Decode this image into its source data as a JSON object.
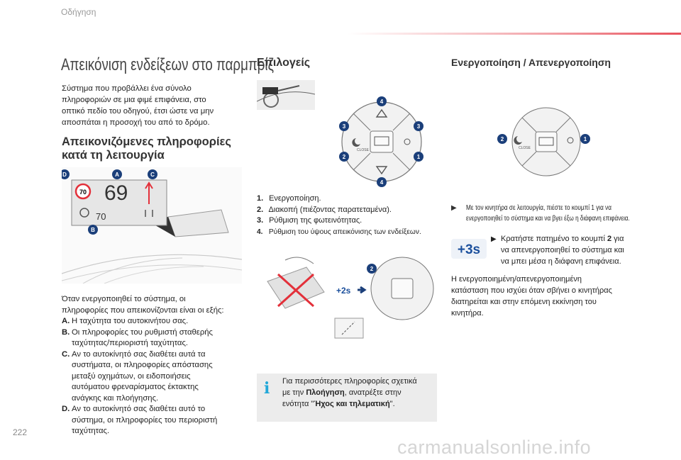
{
  "header": {
    "chapter": "Οδήγηση"
  },
  "page_number": "222",
  "watermark": "carmanualsonline.info",
  "left": {
    "title": "Απεικόνιση ενδείξεων στο παρμπρίζ",
    "intro": [
      "Σύστημα που προβάλλει ένα σύνολο",
      "πληροφοριών σε μια φιμέ επιφάνεια, στο",
      "οπτικό πεδίο του οδηγού, έτσι ώστε να μην",
      "αποσπάται η προσοχή του από το δρόμο."
    ],
    "subtitle_l1": "Απεικονιζόμενες πληροφορίες",
    "subtitle_l2": "κατά τη λειτουργία",
    "hud": {
      "speed": "69",
      "limit": "70",
      "cruise": "70",
      "label_a": "A",
      "label_b": "B",
      "label_c": "C",
      "label_d": "D"
    },
    "body_intro": [
      "Όταν ενεργοποιηθεί το σύστημα, οι",
      "πληροφορίες που απεικονίζονται είναι οι εξής:"
    ],
    "items": [
      {
        "letter": "A.",
        "lines": [
          "Η ταχύτητα του αυτοκινήτου σας."
        ]
      },
      {
        "letter": "B.",
        "lines": [
          "Οι πληροφορίες του ρυθμιστή σταθερής",
          "ταχύτητας/περιοριστή ταχύτητας."
        ]
      },
      {
        "letter": "C.",
        "lines": [
          "Αν το αυτοκίνητό σας διαθέτει αυτά τα",
          "συστήματα, οι πληροφορίες απόστασης",
          "μεταξύ οχημάτων, οι ειδοποιήσεις",
          "αυτόματου φρεναρίσματος έκτακτης",
          "ανάγκης και πλοήγησης."
        ]
      },
      {
        "letter": "D.",
        "lines": [
          "Αν το αυτοκίνητό σας διαθέτει αυτό το",
          "σύστημα, οι πληροφορίες του περιοριστή",
          "ταχύτητας."
        ]
      }
    ]
  },
  "middle": {
    "title": "Επιλογείς",
    "diagram_labels": {
      "n1": "1",
      "n2": "2",
      "n3": "3",
      "n4": "4",
      "close": "CLOSE"
    },
    "options": [
      {
        "num": "1.",
        "text": "Ενεργοποίηση."
      },
      {
        "num": "2.",
        "text": "Διακοπή (πιέζοντας παρατεταμένα)."
      },
      {
        "num": "3.",
        "text": "Ρύθμιση της φωτεινότητας."
      },
      {
        "num": "4.",
        "text": "Ρύθμιση του ύψους απεικόνισης των ενδείξεων."
      }
    ],
    "press_label": "+2s",
    "info_l1": "Για περισσότερες πληροφορίες σχετικά",
    "info_l2_pre": "με την ",
    "info_l2_bold": "Πλοήγηση",
    "info_l2_post": ", ανατρέξτε στην",
    "info_l3_pre": "ενότητα \"",
    "info_l3_bold": "Ήχος και τηλεματική",
    "info_l3_post": "\"."
  },
  "right": {
    "title": "Ενεργοποίηση / Απενεργοποίηση",
    "note_l1": "Με τον κινητήρα σε λειτουργία, πιέστε το κουμπί 1 για να",
    "note_l2": "ενεργοποιηθεί το σύστημα και να βγει έξω η διάφανη επιφάνεια.",
    "badge": "+3s",
    "press_l1_pre": "Κρατήστε πατημένο το κουμπί ",
    "press_l1_bold": "2",
    "press_l1_post": " για",
    "press_l2": "να απενεργοποιηθεί το σύστημα και",
    "press_l3": "να μπει μέσα η διάφανη επιφάνεια.",
    "state": [
      "Η ενεργοποιημένη/απενεργοποιημένη",
      "κατάσταση που ισχύει όταν σβήνει ο κινητήρας",
      "διατηρείται και στην επόμενη εκκίνηση του",
      "κινητήρα."
    ]
  },
  "colors": {
    "accent_red": "#e3303a",
    "badge_blue": "#1b4f9c",
    "info_blue": "#22a8d8"
  }
}
